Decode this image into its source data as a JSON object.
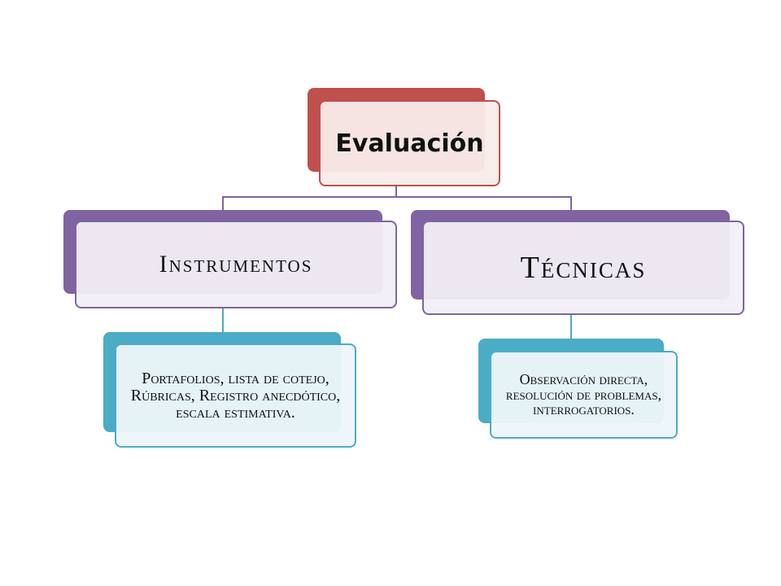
{
  "diagram": {
    "root": {
      "label": "Evaluación"
    },
    "branches": [
      {
        "label": "Instrumentos",
        "child": {
          "label": "Portafolios, lista de cotejo, Rúbricas, Registro anecdótico, escala estimativa."
        }
      },
      {
        "label": "Técnicas",
        "child": {
          "label": "Observación directa, resolución de problemas, interrogatorios."
        }
      }
    ]
  },
  "colors": {
    "root_accent": "#c0504d",
    "level1_accent": "#8064a2",
    "level2_accent": "#4bacc6"
  }
}
